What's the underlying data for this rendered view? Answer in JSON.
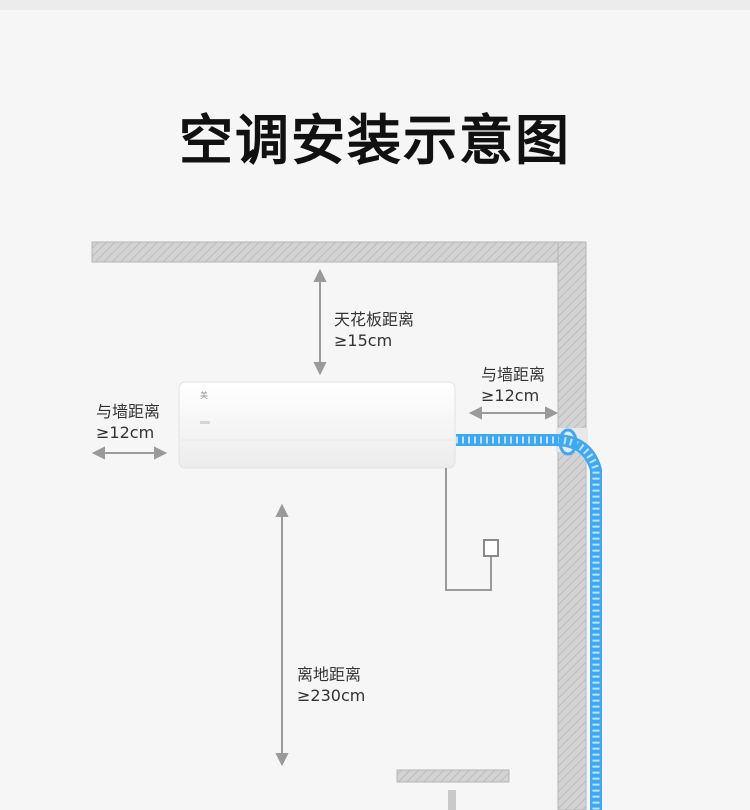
{
  "title": "空调安装示意图",
  "labels": {
    "ceiling": {
      "line1": "天花板距离",
      "line2": "≥15cm"
    },
    "wall_left": {
      "line1": "与墙距离",
      "line2": "≥12cm"
    },
    "wall_right": {
      "line1": "与墙距离",
      "line2": "≥12cm"
    },
    "floor": {
      "line1": "离地距离",
      "line2": "≥230cm"
    }
  },
  "colors": {
    "wall": "#c9c9c9",
    "unit": "#ffffff",
    "pipe": "#3ea8f2",
    "arrow": "#9a9a9a",
    "title": "#111111"
  }
}
